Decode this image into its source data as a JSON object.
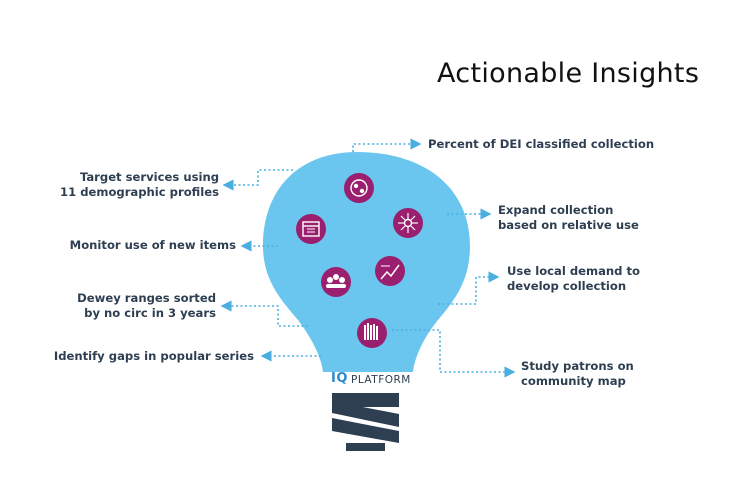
{
  "title": "Actionable Insights",
  "logo": {
    "iq": "IQ",
    "platform": "PLATFORM"
  },
  "colors": {
    "bulb": "#6bc6ef",
    "icon": "#9a1f6e",
    "base": "#2e3f52",
    "connector": "#4aaee0",
    "text": "#2e3f52"
  },
  "left_insights": [
    {
      "line1": "Target services using",
      "line2": "11 demographic profiles"
    },
    {
      "line1": "Monitor use of new items",
      "line2": ""
    },
    {
      "line1": "Dewey ranges sorted",
      "line2": "by no circ in 3 years"
    },
    {
      "line1": "Identify gaps in popular series",
      "line2": ""
    }
  ],
  "right_insights": [
    {
      "line1": "Percent of DEI classified collection",
      "line2": ""
    },
    {
      "line1": "Expand collection",
      "line2": "based on relative use"
    },
    {
      "line1": "Use local demand to",
      "line2": "develop collection"
    },
    {
      "line1": "Study patrons on",
      "line2": "community map"
    }
  ],
  "icons": [
    "globe-people-icon",
    "calendar-icon",
    "network-icon",
    "trend-chart-icon",
    "group-icon",
    "books-icon"
  ]
}
